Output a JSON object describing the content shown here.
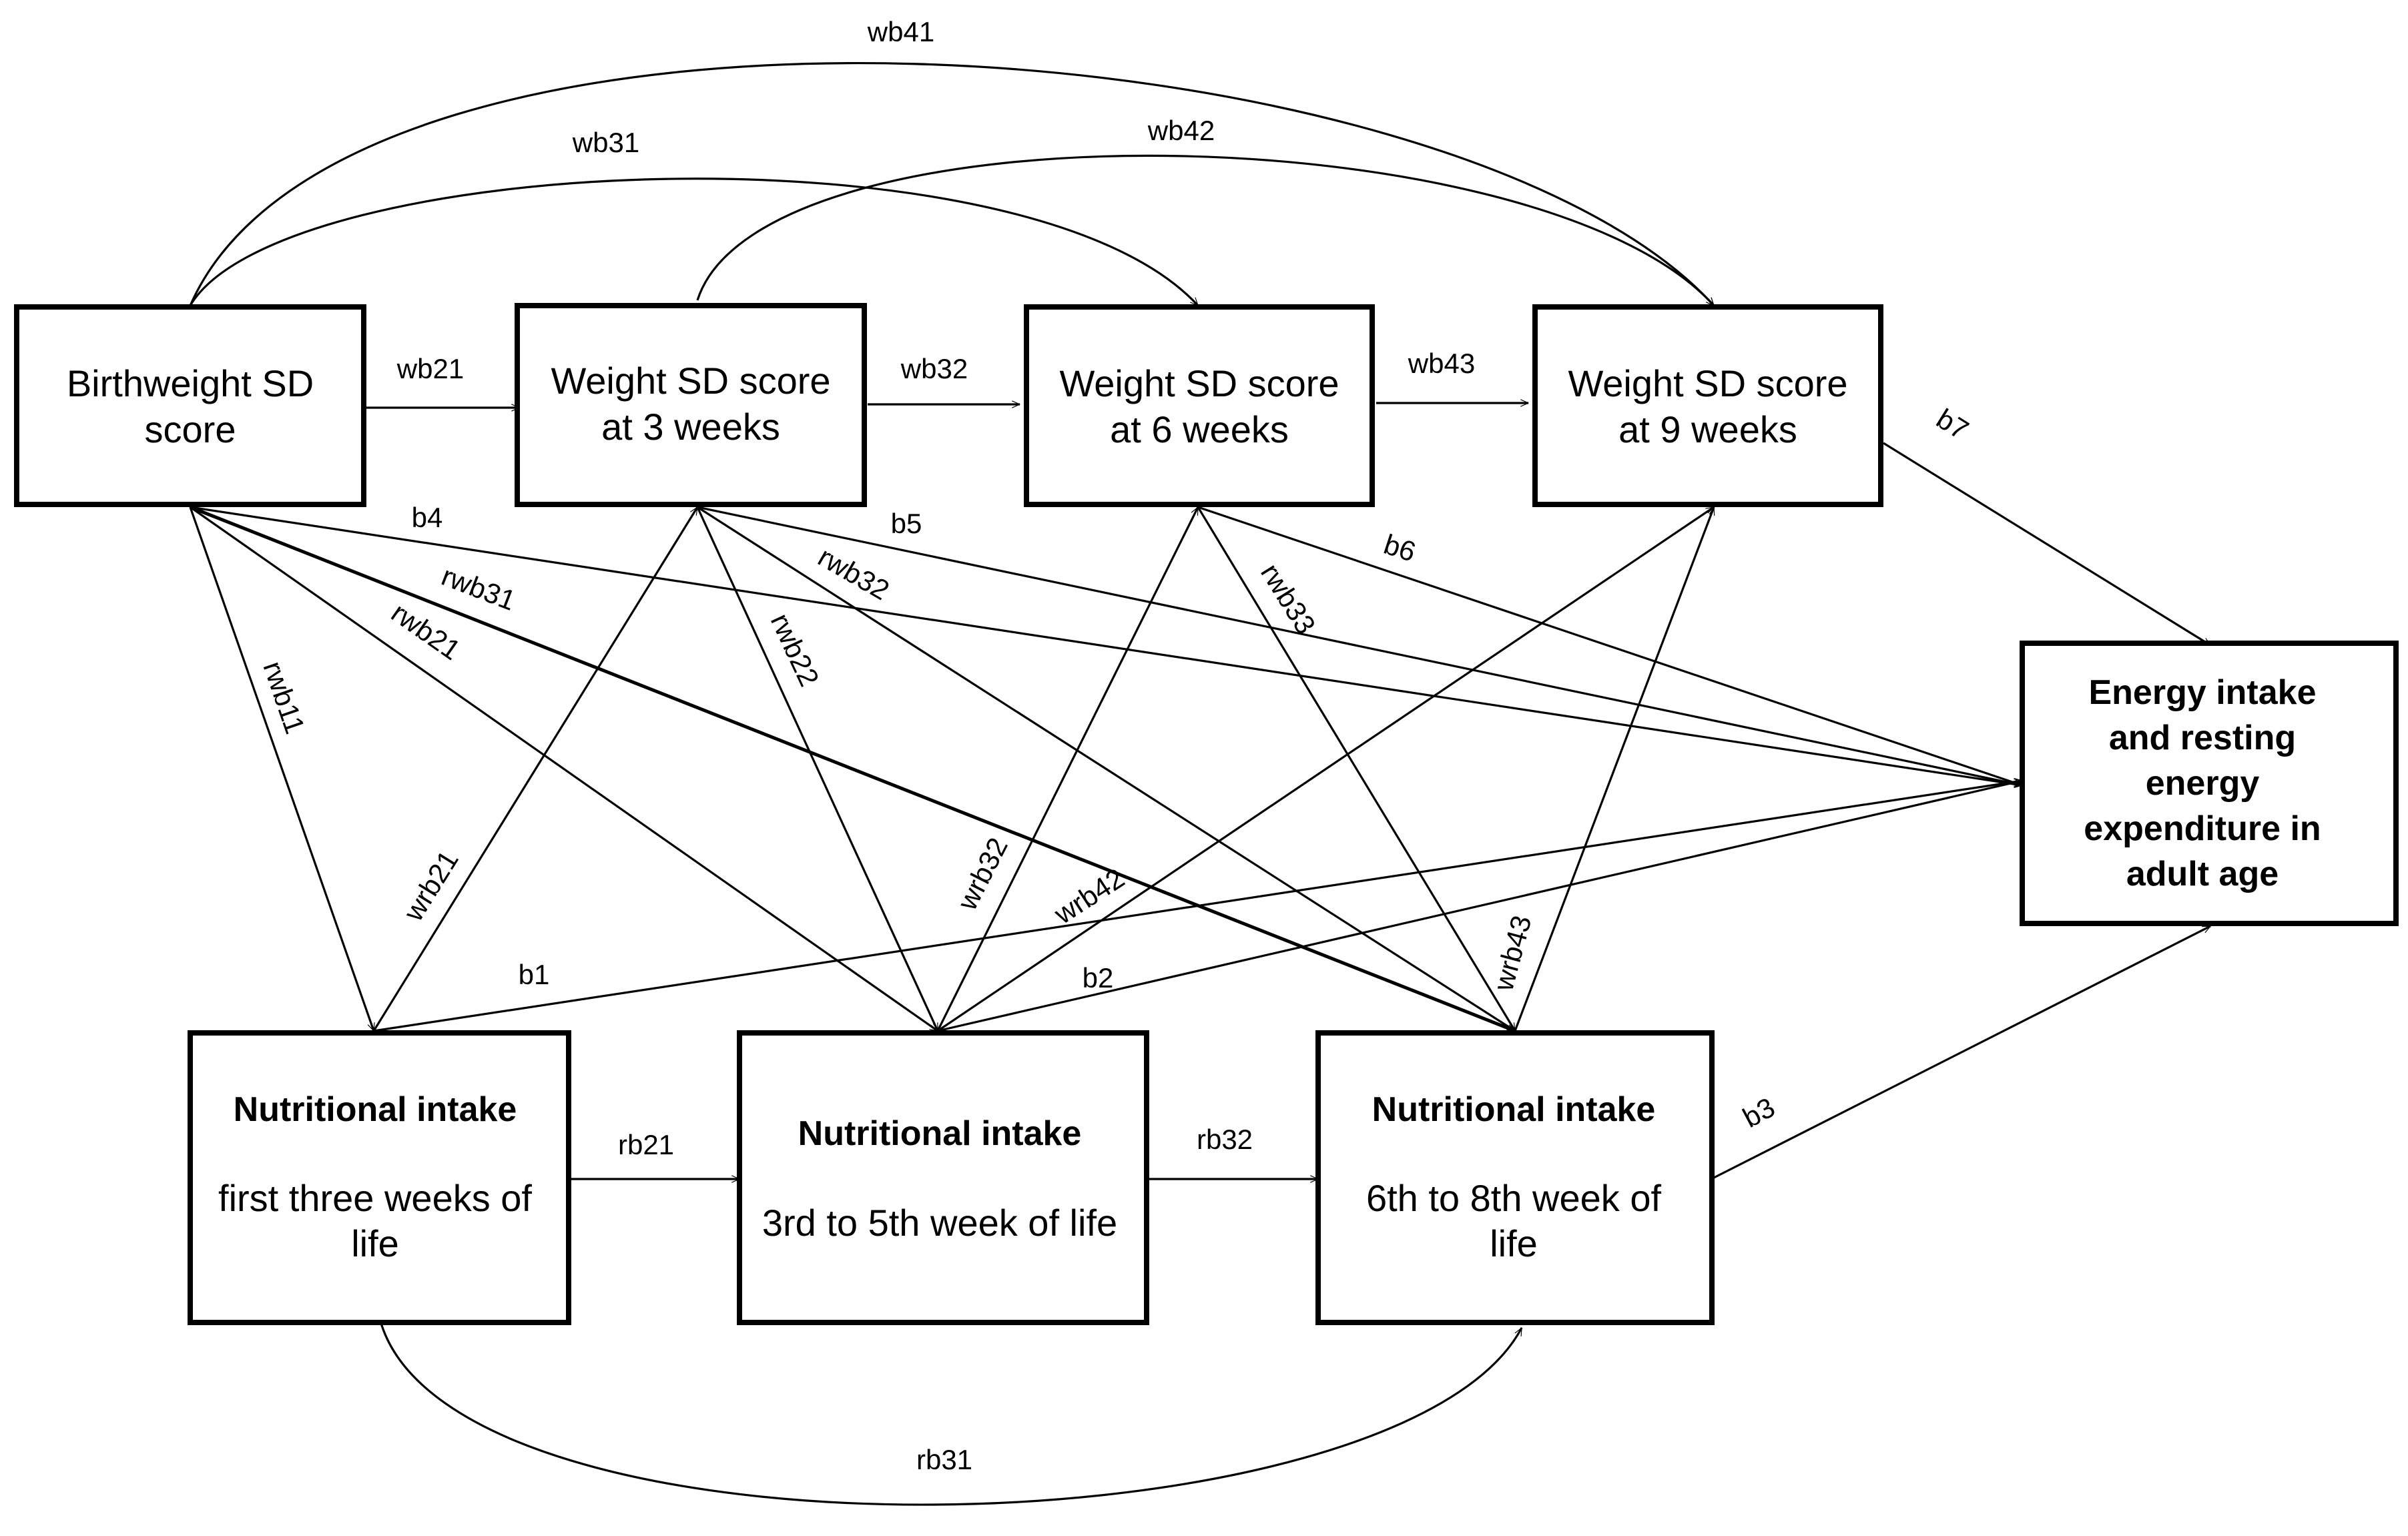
{
  "nodes": {
    "birthweight": {
      "lines": [
        "Birthweight SD",
        "score"
      ]
    },
    "weight3": {
      "lines": [
        "Weight SD score",
        "at 3 weeks"
      ]
    },
    "weight6": {
      "lines": [
        "Weight SD score",
        "at 6 weeks"
      ]
    },
    "weight9": {
      "lines": [
        "Weight SD score",
        "at 9 weeks"
      ]
    },
    "outcome": {
      "lines": [
        "Energy intake",
        "and resting",
        "energy",
        "expenditure in",
        "adult age"
      ]
    },
    "intake1": {
      "title": "Nutritional intake",
      "lines": [
        "first three weeks of",
        "life"
      ]
    },
    "intake2": {
      "title": "Nutritional intake",
      "lines": [
        "3rd to 5th  week of life"
      ]
    },
    "intake3": {
      "title": "Nutritional intake",
      "lines": [
        "6th to 8th week of",
        "life"
      ]
    }
  },
  "edges": {
    "wb21": "wb21",
    "wb32": "wb32",
    "wb43": "wb43",
    "wb31": "wb31",
    "wb41": "wb41",
    "wb42": "wb42",
    "b7": "b7",
    "b4": "b4",
    "b5": "b5",
    "b6": "b6",
    "rwb11": "rwb11",
    "rwb21": "rwb21",
    "rwb31": "rwb31",
    "rwb22": "rwb22",
    "rwb32": "rwb32",
    "rwb33": "rwb33",
    "wrb21": "wrb21",
    "wrb32": "wrb32",
    "wrb42": "wrb42",
    "wrb43": "wrb43",
    "b1": "b1",
    "b2": "b2",
    "b3": "b3",
    "rb21": "rb21",
    "rb32": "rb32",
    "rb31": "rb31"
  }
}
